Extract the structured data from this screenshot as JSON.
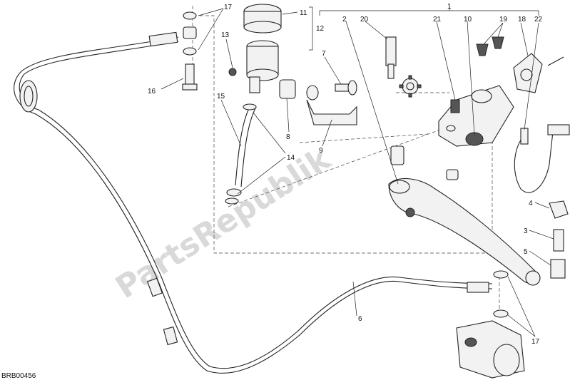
{
  "diagram": {
    "drawing_code": "BRB00456",
    "watermark": "PartsRepublik",
    "callouts": {
      "c1": "1",
      "c2": "2",
      "c3": "3",
      "c4": "4",
      "c5": "5",
      "c6": "6",
      "c7": "7",
      "c8": "8",
      "c9": "9",
      "c10": "10",
      "c11": "11",
      "c12": "12",
      "c13": "13",
      "c14": "14",
      "c15": "15",
      "c16": "16",
      "c17a": "17",
      "c17b": "17",
      "c18": "18",
      "c19": "19",
      "c20": "20",
      "c21": "21",
      "c22": "22"
    },
    "colors": {
      "line": "#222222",
      "watermark": "#d9d9d9",
      "background": "#ffffff"
    },
    "icons": {
      "gear": "gear-icon"
    }
  }
}
